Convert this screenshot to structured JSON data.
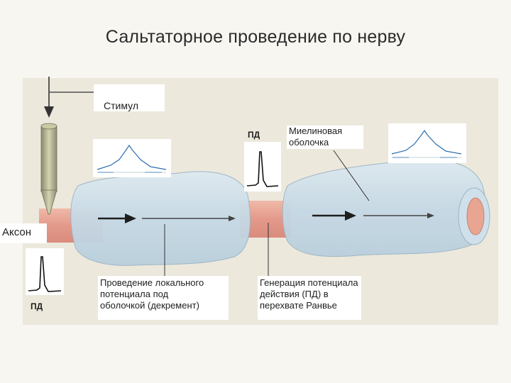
{
  "title": "Сальтаторное проведение по нерву",
  "labels": {
    "stimulus": "Стимул",
    "myelin_line1": "Миелиновая",
    "myelin_line2": "оболочка",
    "axon": "Аксон",
    "pd_top": "ПД",
    "pd_bottom": "ПД",
    "conduction_line1": "Проведение локального",
    "conduction_line2": "потенциала под",
    "conduction_line3": "оболочкой (декремент)",
    "generation_line1": "Генерация потенциала",
    "generation_line2": "действия (ПД) в",
    "generation_line3": "перехвате Ранвье"
  },
  "colors": {
    "myelin": "#cfe0ea",
    "axon": "#e7a592",
    "panel": "#ece8dc",
    "curve": "#2f6fb0"
  }
}
